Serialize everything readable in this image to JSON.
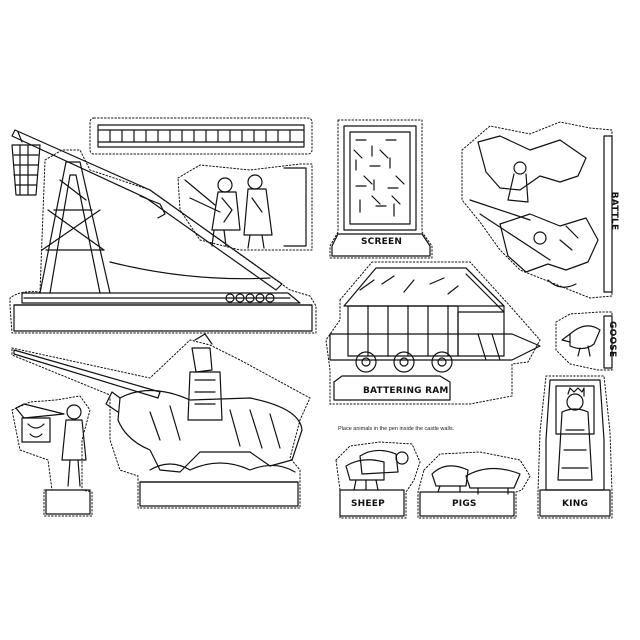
{
  "labels": {
    "screen": "SCREEN",
    "battering_ram": "BATTERING RAM",
    "battle": "BATTLE",
    "goose": "GOOSE",
    "sheep": "SHEEP",
    "pigs": "PIGS",
    "king": "KING"
  },
  "instruction": "Place animals in the pen inside the castle walls.",
  "pieces": [
    "trebuchet",
    "ladder",
    "soldiers",
    "knight-on-horse",
    "trumpeter",
    "screen",
    "battering-ram",
    "battle-knights",
    "goose",
    "sheep",
    "pigs",
    "king"
  ],
  "colors": {
    "ink": "#111111",
    "paper": "#ffffff"
  }
}
